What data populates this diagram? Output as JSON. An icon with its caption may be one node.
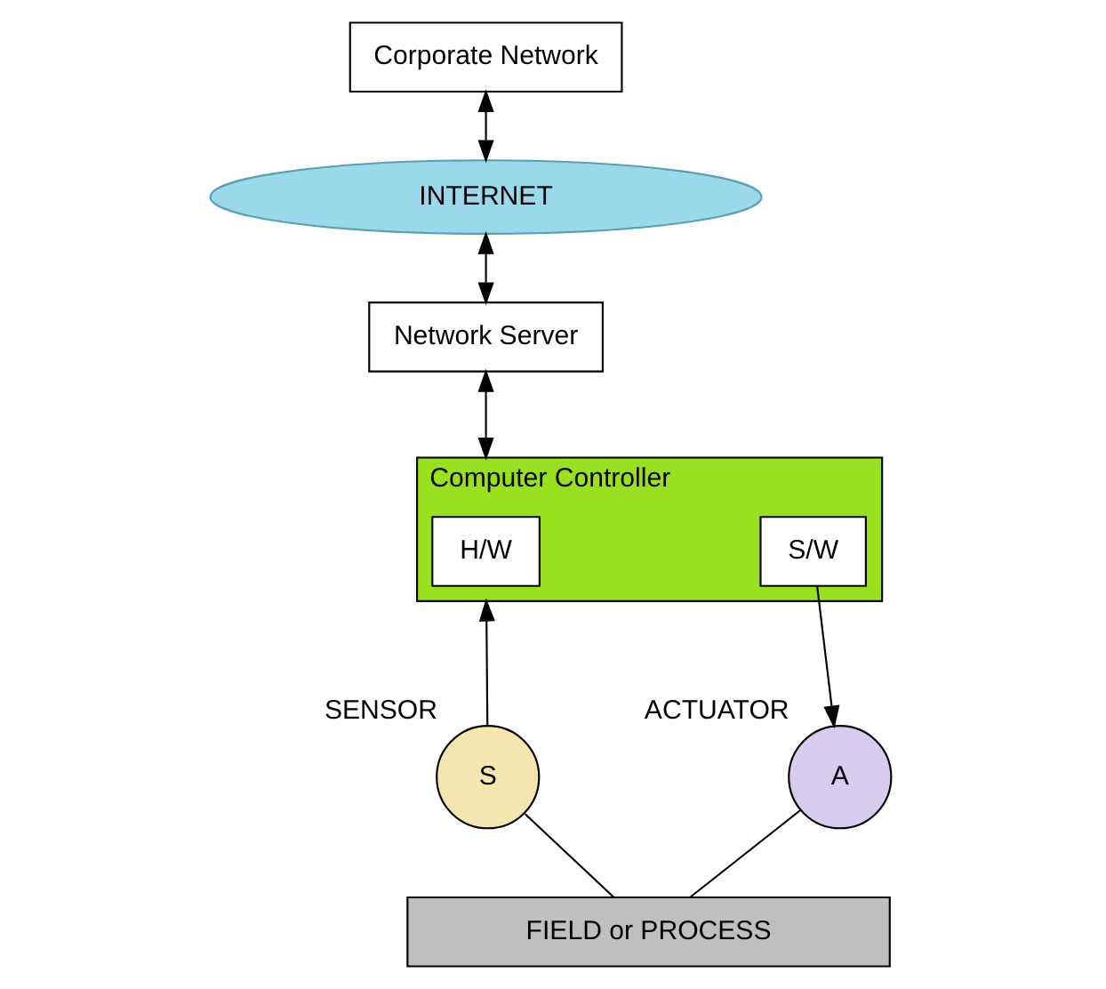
{
  "diagram": {
    "nodes": [
      {
        "text": [
          "Corporate Network"
        ]
      },
      {
        "text": [
          "INTERNET"
        ]
      },
      {
        "text": [
          "Network Server"
        ]
      },
      {
        "text": [
          "Computer Controller"
        ]
      },
      {
        "text": [
          "H/W"
        ],
        "in": 3
      },
      {
        "text": [
          "S/W"
        ],
        "in": 3
      },
      {
        "text": [
          "S"
        ],
        "beside": [
          "SENSOR"
        ]
      },
      {
        "text": [
          "A"
        ],
        "beside": [
          "ACTUATOR"
        ]
      },
      {
        "text": [
          "FIELD or PROCESS"
        ]
      }
    ],
    "edges": [
      {
        "from": 0,
        "to": 1,
        "arrow": "both"
      },
      {
        "from": 1,
        "to": 2,
        "arrow": "both"
      },
      {
        "from": 2,
        "to": 3,
        "arrow": "both"
      },
      {
        "from": 6,
        "to": 3,
        "arrow": "to"
      },
      {
        "from": 5,
        "to": 7,
        "arrow": "to"
      },
      {
        "from": 6,
        "to": 8,
        "arrow": "none"
      },
      {
        "from": 7,
        "to": 8,
        "arrow": "none"
      }
    ]
  }
}
